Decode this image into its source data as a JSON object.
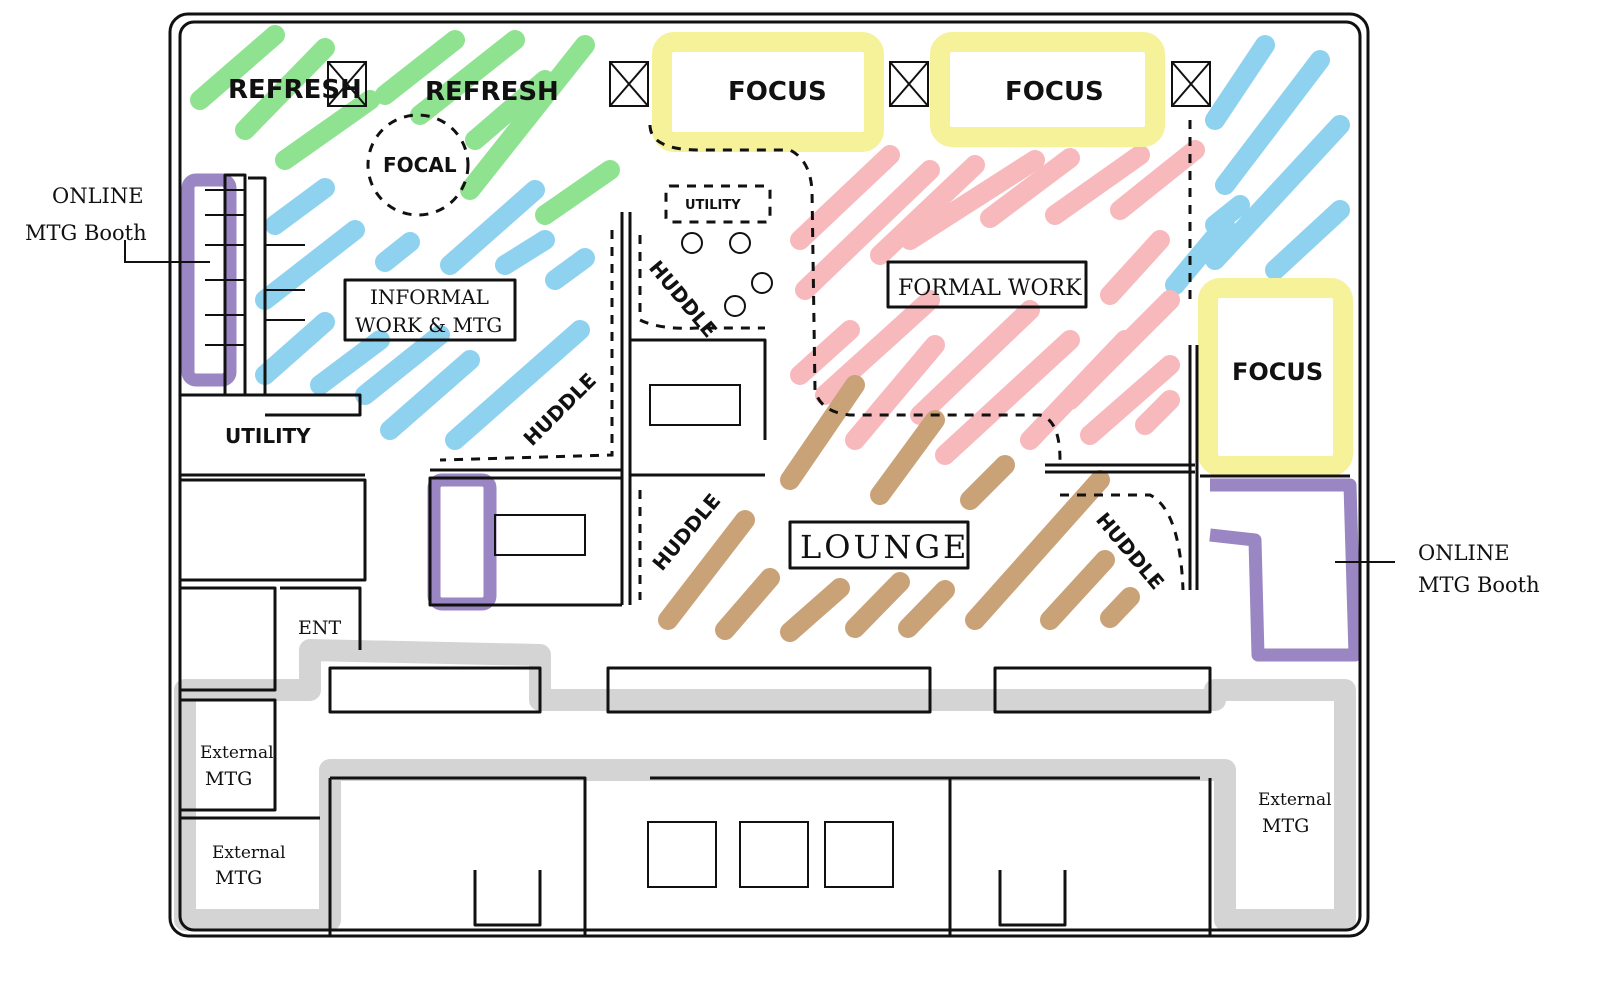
{
  "colors": {
    "refresh": "#8fe390",
    "informal": "#8fd2ef",
    "formal": "#f8b9bd",
    "lounge": "#c9a377",
    "focus": "#f6f29a",
    "booth": "#9a86c2",
    "circulation": "#d4d4d4",
    "ink": "#111111"
  },
  "labels": {
    "refresh_1": "REFRESH",
    "refresh_2": "REFRESH",
    "focal": "FOCAL",
    "focus_1": "FOCUS",
    "focus_2": "FOCUS",
    "focus_3": "FOCUS",
    "online_booth_left": [
      "ONLINE",
      "MTG Booth"
    ],
    "online_booth_right": [
      "ONLINE",
      "MTG Booth"
    ],
    "utility_top": "UTILITY",
    "utility_left": "UTILITY",
    "informal": [
      "INFORMAL",
      "WORK & MTG"
    ],
    "huddle_1": "HUDDLE",
    "huddle_2": "HUDDLE",
    "huddle_3": "HUDDLE",
    "huddle_4": "HUDDLE",
    "formal_work": "FORMAL WORK",
    "lounge": "LOUNGE",
    "entrance": "ENT",
    "external_1": [
      "External",
      "MTG"
    ],
    "external_2": [
      "External",
      "MTG"
    ],
    "external_3": [
      "External",
      "MTG"
    ]
  }
}
